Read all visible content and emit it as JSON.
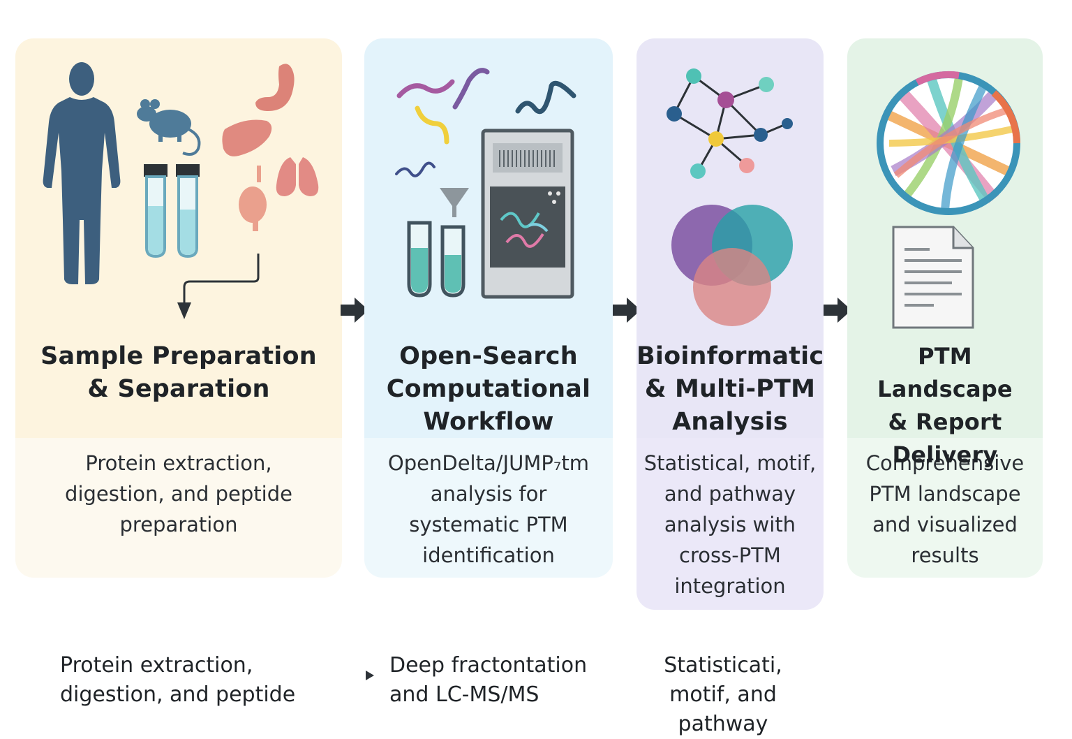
{
  "stages": [
    {
      "title": [
        "Sample Preparation",
        "& Separation"
      ],
      "desc": [
        "Protein extraction,",
        "digestion, and peptide",
        "preparation"
      ]
    },
    {
      "title": [
        "Open-Search",
        "Computational",
        "Workflow"
      ],
      "desc": [
        "OpenDelta/JUMP₇tm",
        "analysis for",
        "systematic PTM",
        "identification"
      ]
    },
    {
      "title": [
        "Bioinformatics",
        "& Multi-PTM",
        "Analysis"
      ],
      "desc": [
        "Statistical, motif,",
        "and pathway",
        "analysis with",
        "cross-PTM",
        "integration"
      ]
    },
    {
      "title": [
        "PTM Landscape",
        "& Report Delivery"
      ],
      "desc": [
        "Comprehensive",
        "PTM landscape",
        "and visualized",
        "results"
      ]
    }
  ],
  "footer": [
    [
      "Protein extraction,",
      "digestion, and peptide"
    ],
    [
      "Deep fractontation",
      "and LC-MS/MS"
    ],
    [
      "Statisticati,",
      "motif, and pathway"
    ]
  ],
  "colors": {
    "panel1_top": "#fdf4df",
    "panel1_bottom": "#fdf9ef",
    "panel2_top": "#e3f3fb",
    "panel2_bottom": "#eef8fc",
    "panel3_top": "#e8e6f6",
    "panel3_bottom": "#ebe8f8",
    "panel4_top": "#e4f3e7",
    "panel4_bottom": "#eef8f0",
    "arrow": "#2d3338"
  },
  "icons": [
    "human-silhouette-icon",
    "mouse-icon",
    "test-tube-icon",
    "stomach-icon",
    "liver-icon",
    "lungs-icon",
    "heart-icon",
    "peptide-icon",
    "mass-spectrometer-icon",
    "funnel-icon",
    "network-graph-icon",
    "venn-diagram-icon",
    "chord-diagram-icon",
    "report-document-icon",
    "flow-arrow-icon"
  ]
}
